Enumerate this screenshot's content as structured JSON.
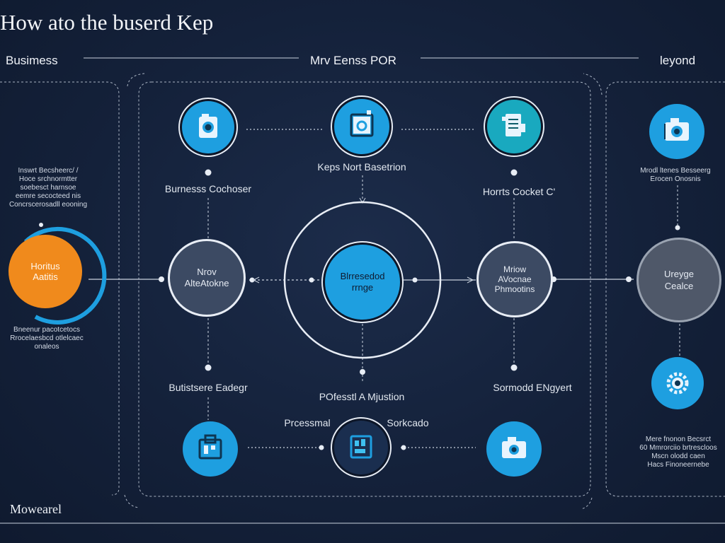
{
  "title": "How ato the buserd Kep",
  "sections": {
    "left": "Busimess",
    "center": "Mrv Eenss POR",
    "right": "leyond"
  },
  "colors": {
    "background": "#14213a",
    "cyan": "#1e9fe0",
    "teal": "#19a9bf",
    "orange": "#f08a1c",
    "dark_node": "#3c4a63",
    "gray_node": "#4f5869",
    "line": "#c9d2de"
  },
  "nodes": {
    "top_left_icon": "camera-icon",
    "top_center_icon": "image-icon",
    "top_right_icon": "document-icon",
    "right_top_icon": "camera-icon",
    "bottom_left_icon": "clipboard-icon",
    "bottom_center_icon": "chart-icon",
    "bottom_right_icon": "camera-icon",
    "right_lower_icon": "gear-icon"
  },
  "labels": {
    "keps": "Keps Nort Basetrion",
    "business_cochoser": "Burnesss Cochoser",
    "hornts_cocket": "Horrts Cocket C'",
    "business_eadegr": "Butistsere Eadegr",
    "pofesstl": "POfesstl A Mjustion",
    "professmal": "Prcessmal",
    "sorkcado": "Sorkcado",
    "sormodd": "Sormodd ENgyert"
  },
  "circles": {
    "orange": "Horitus\nAatitis",
    "left_dark": "Nrov\nAlteAtokne",
    "center": "Blrresedod\nrrnge",
    "right_dark": "Mriow\nAVocnae\nPhmootins",
    "right_gray": "Ureyge\nCealce"
  },
  "notes": {
    "left_top": "Inswrt Becsheerc/ /\nHoce srchnormtter\nsoebesct harnsoe\neemre secocteed nis\nConcrscerosadll eooning",
    "left_bottom": "Bneenur pacotcetocs\nRrocelaesbcd otlelcaec\nonaleos",
    "right_top": "Mrodl ltenes Besseerg\nErocen Onosnis",
    "right_bottom": "Mere fnonon Becsrct\n60 Mmrorciio brtrescloos\nMscn olodd caen\nHacs Finoneernebe"
  },
  "footer": "Mowearel"
}
